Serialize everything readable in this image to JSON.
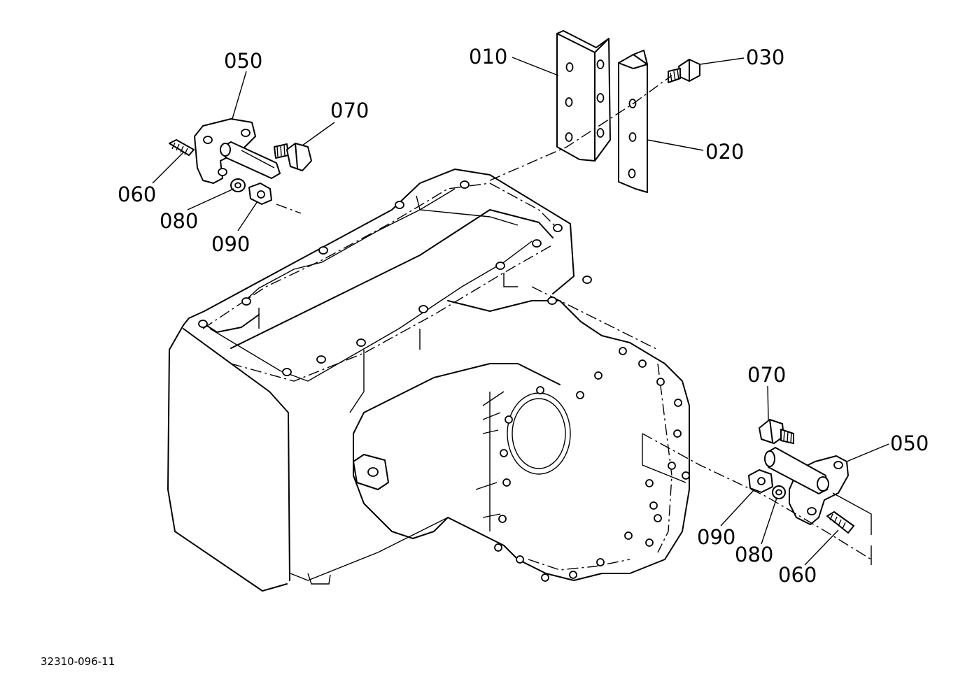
{
  "drawing_number": "32310-096-11",
  "callouts": {
    "upper": {
      "c050": "050",
      "c070": "070",
      "c060": "060",
      "c080": "080",
      "c090": "090"
    },
    "bracket": {
      "c010": "010",
      "c020": "020",
      "c030": "030"
    },
    "lower": {
      "c070": "070",
      "c050": "050",
      "c090": "090",
      "c080": "080",
      "c060": "060"
    }
  }
}
